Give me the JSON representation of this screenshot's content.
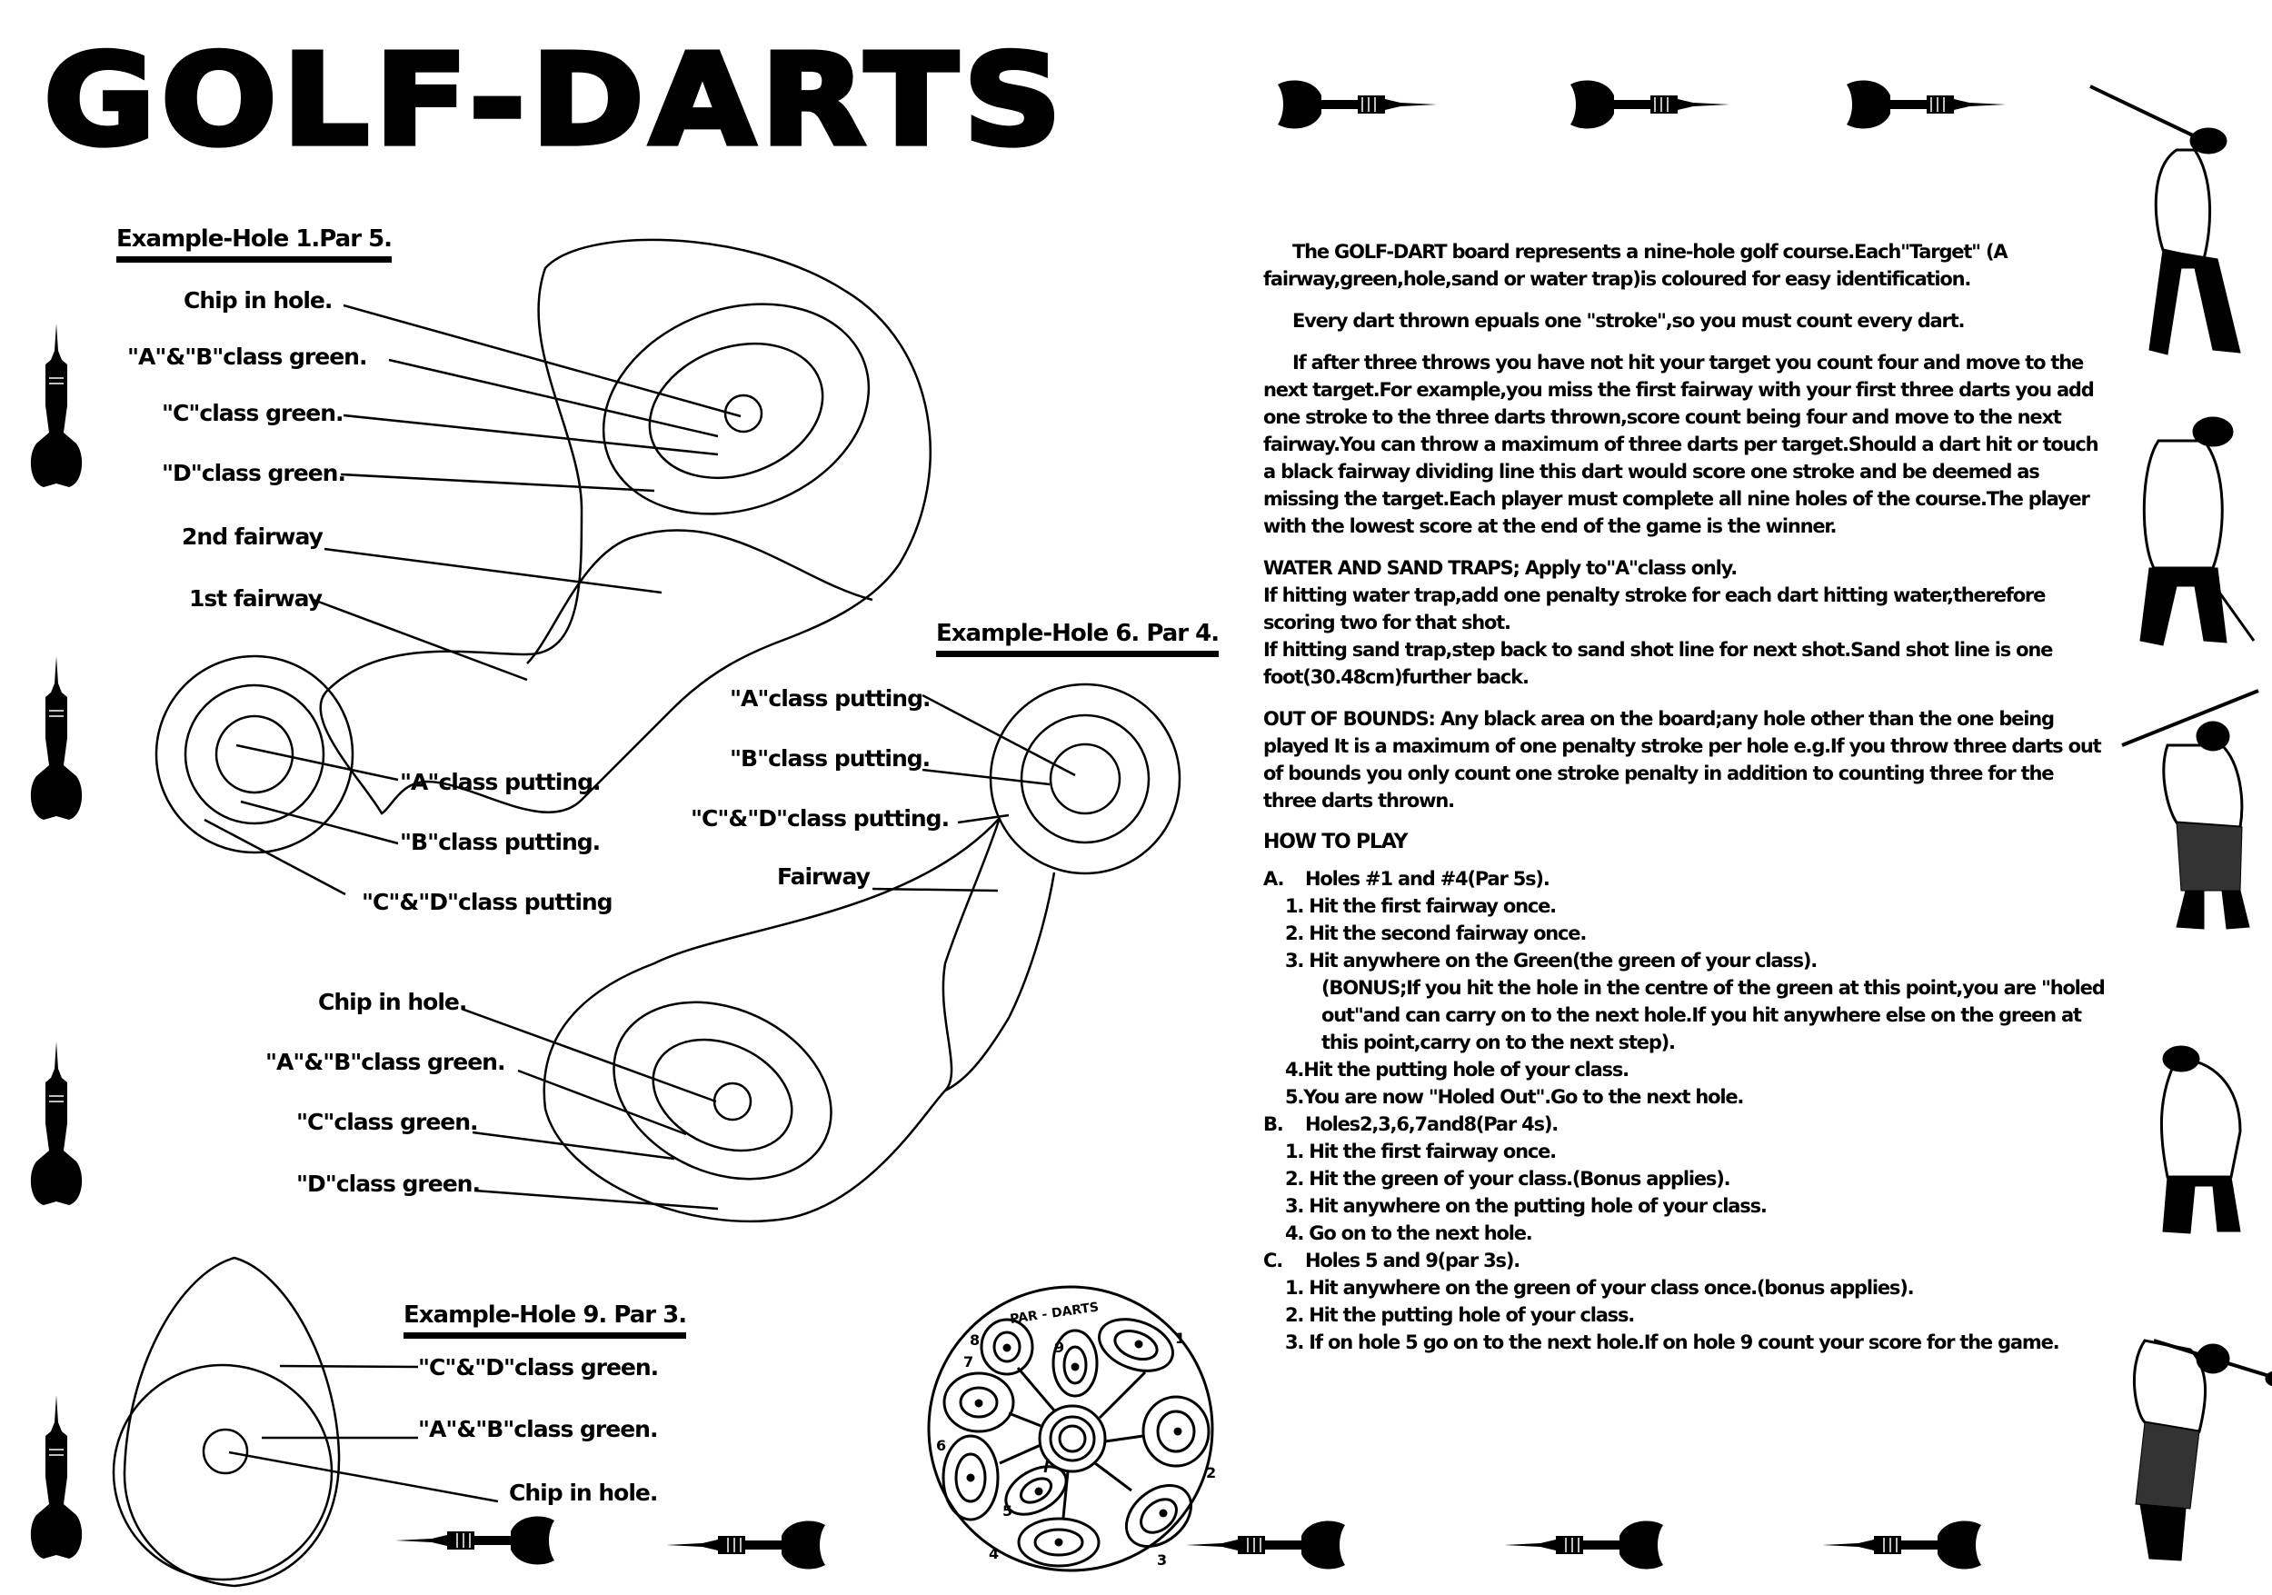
{
  "title": "GOLF-DARTS",
  "examples": {
    "hole1": {
      "heading": "Example-Hole 1.Par 5.",
      "labels": [
        "Chip in hole.",
        "\"A\"&\"B\"class green.",
        "\"C\"class green.",
        "\"D\"class green.",
        "2nd fairway",
        "1st fairway"
      ],
      "putting_labels": [
        "\"A\"class putting.",
        "\"B\"class putting.",
        "\"C\"&\"D\"class putting"
      ]
    },
    "hole6": {
      "heading": "Example-Hole 6. Par 4.",
      "labels": [
        "\"A\"class putting.",
        "\"B\"class putting.",
        "\"C\"&\"D\"class putting.",
        "Fairway"
      ],
      "green_labels": [
        "Chip in hole.",
        "\"A\"&\"B\"class green.",
        "\"C\"class green.",
        "\"D\"class green."
      ]
    },
    "hole9": {
      "heading": "Example-Hole 9. Par 3.",
      "labels": [
        "\"C\"&\"D\"class green.",
        "\"A\"&\"B\"class green.",
        "Chip in hole."
      ]
    }
  },
  "board": {
    "caption": "PAR - DARTS",
    "hole_numbers": [
      "1",
      "2",
      "3",
      "4",
      "5",
      "6",
      "7",
      "8",
      "9"
    ]
  },
  "rules": {
    "intro": "The GOLF-DART board represents a nine-hole golf course.Each\"Target\" (A fairway,green,hole,sand or water trap)is coloured for easy identification.",
    "every_dart": "Every dart thrown epuals one \"stroke\",so you must count every dart.",
    "three_throws": "If after three throws you have not hit your target you count four and move to the next target.For example,you miss the first fairway with your first three darts you add one stroke to the three darts thrown,score count being four and move to the next fairway.You can throw a maximum of three darts per target.Should a dart hit or touch a black fairway dividing line this dart would score one stroke and be deemed as missing the target.Each player must complete all nine holes of the course.The player with the lowest score at the end of the game is the winner.",
    "traps": {
      "title": "WATER AND SAND TRAPS;",
      "applies": " Apply to\"A\"class only.",
      "water": "If hitting water trap,add one penalty stroke for each dart hitting water,therefore scoring two for that shot.",
      "sand": "If hitting sand trap,step back to sand shot line for next shot.Sand shot line is one foot(30.48cm)further back."
    },
    "out_of_bounds": {
      "title": "OUT OF BOUNDS:",
      "text": " Any black area on the board;any hole other than the one being played It is a maximum of one penalty stroke per hole e.g.If you throw three darts out of bounds you only count one stroke penalty in addition to counting three for the three darts thrown."
    },
    "how_to_play": {
      "title": "HOW TO PLAY",
      "groups": [
        {
          "letter": "A.",
          "title": "Holes #1 and #4(Par 5s).",
          "steps": [
            "1. Hit the first fairway once.",
            "2. Hit the second fairway once.",
            "3. Hit anywhere on the Green(the green of your class)."
          ],
          "bonus": "(BONUS;If you hit the hole in the centre of the green at this point,you are \"holed out\"and can carry on to the next hole.If you hit anywhere else on the green at this point,carry on to the next step).",
          "steps_after": [
            "4.Hit the putting hole of your class.",
            "5.You are now \"Holed Out\".Go to the next hole."
          ]
        },
        {
          "letter": "B.",
          "title": "Holes2,3,6,7and8(Par 4s).",
          "steps": [
            "1. Hit the first fairway once.",
            "2. Hit the green of your class.(Bonus applies).",
            "3. Hit anywhere on the putting hole of your class.",
            "4. Go on to the next hole."
          ]
        },
        {
          "letter": "C.",
          "title": "Holes 5 and 9(par 3s).",
          "steps": [
            "1. Hit anywhere on the green of your class once.(bonus applies).",
            "2. Hit the putting hole of your class.",
            "3. If on hole 5 go on to the next hole.If on hole 9 count your score for the game."
          ]
        }
      ]
    }
  },
  "decor": {
    "dart_icon": "dart-icon",
    "golfer_icon": "golfer-icon",
    "top_darts": 3,
    "left_darts": 4,
    "bottom_darts": 5,
    "golfers": 5
  }
}
